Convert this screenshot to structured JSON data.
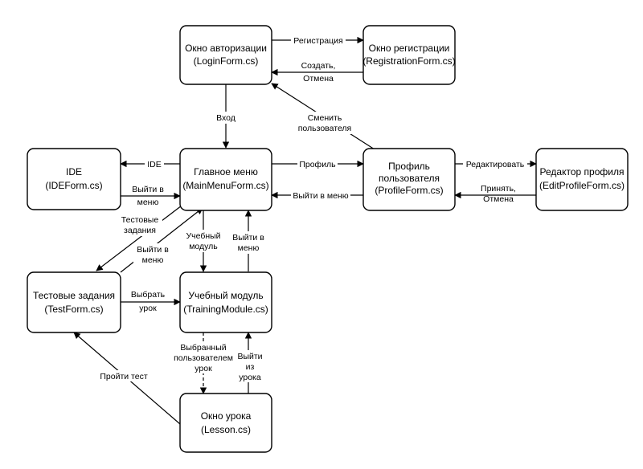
{
  "nodes": {
    "login": {
      "line1": "Окно авторизации",
      "line2": "(LoginForm.cs)"
    },
    "registration": {
      "line1": "Окно регистрации",
      "line2": "(RegistrationForm.cs)"
    },
    "main_menu": {
      "line1": "Главное меню",
      "line2": "(MainMenuForm.cs)"
    },
    "ide": {
      "line1": "IDE",
      "line2": "(IDEForm.cs)"
    },
    "profile": {
      "line1": "Профиль",
      "line2": "пользователя",
      "line3": "(ProfileForm.cs)"
    },
    "edit_profile": {
      "line1": "Редактор профиля",
      "line2": "(EditProfileForm.cs)"
    },
    "tests": {
      "line1": "Тестовые задания",
      "line2": "(TestForm.cs)"
    },
    "training": {
      "line1": "Учебный модуль",
      "line2": "(TrainingModule.cs)"
    },
    "lesson": {
      "line1": "Окно урока",
      "line2": "(Lesson.cs)"
    }
  },
  "edges": {
    "login_to_registration": {
      "line1": "Регистрация"
    },
    "registration_to_login": {
      "line1": "Создать,",
      "line2": "Отмена"
    },
    "login_to_main": {
      "line1": "Вход"
    },
    "profile_to_login": {
      "line1": "Сменить",
      "line2": "пользователя"
    },
    "main_to_ide": {
      "line1": "IDE"
    },
    "ide_to_main": {
      "line1": "Выйти в",
      "line2": "меню"
    },
    "main_to_profile": {
      "line1": "Профиль"
    },
    "profile_to_main": {
      "line1": "Выйти в меню"
    },
    "profile_to_edit": {
      "line1": "Редактировать"
    },
    "edit_to_profile": {
      "line1": "Принять,",
      "line2": "Отмена"
    },
    "main_to_tests": {
      "line1": "Тестовые",
      "line2": "задания"
    },
    "tests_to_main": {
      "line1": "Выйти в",
      "line2": "меню"
    },
    "main_to_training": {
      "line1": "Учебный",
      "line2": "модуль"
    },
    "training_to_main": {
      "line1": "Выйти в",
      "line2": "меню"
    },
    "tests_to_training": {
      "line1": "Выбрать",
      "line2": "урок"
    },
    "training_to_lesson": {
      "line1": "Выбранный",
      "line2": "пользователем",
      "line3": "урок"
    },
    "lesson_to_training": {
      "line1": "Выйти",
      "line2": "из",
      "line3": "урока"
    },
    "lesson_to_tests": {
      "line1": "Пройти тест"
    }
  }
}
